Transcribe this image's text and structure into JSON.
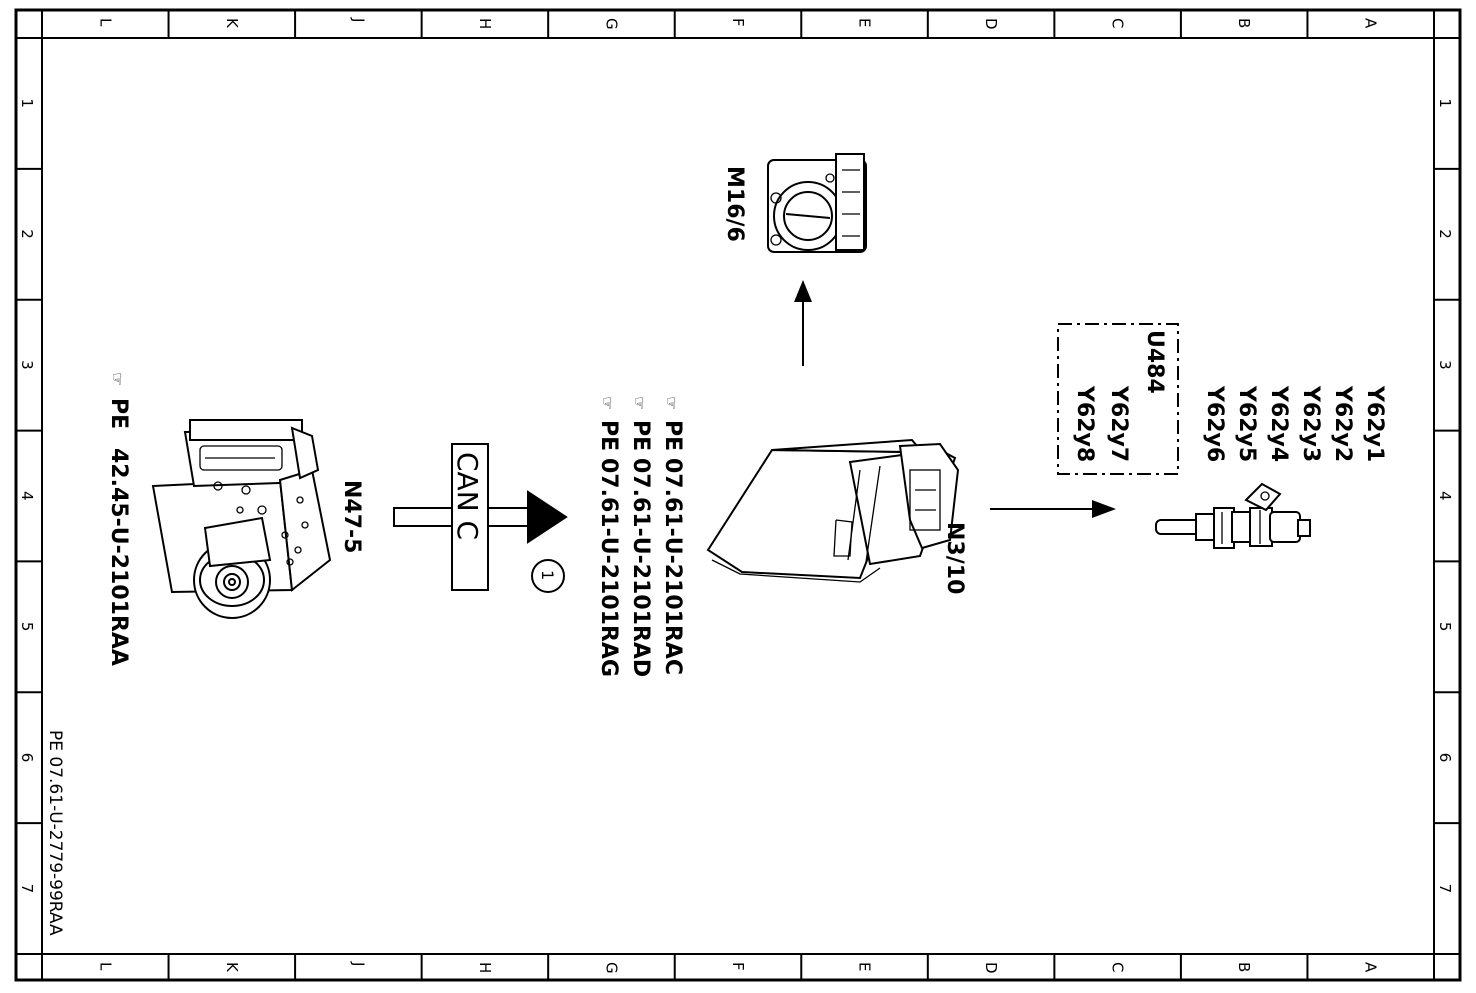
{
  "border": {
    "column_letters": [
      "L",
      "K",
      "J",
      "H",
      "G",
      "F",
      "E",
      "D",
      "C",
      "B",
      "A"
    ],
    "row_numbers": [
      "1",
      "2",
      "3",
      "4",
      "5",
      "6",
      "7"
    ]
  },
  "document_reference": "PE 07.61-U-2779-99RAA",
  "components": {
    "abs_unit": {
      "label": "N47-5",
      "ref_prefix": "PE",
      "ref": "42.45-U-2101RAA",
      "icon": "pointing-hand-icon"
    },
    "can_bus": {
      "label": "CAN C"
    },
    "callout": {
      "number": "1"
    },
    "refs_ecu": [
      {
        "prefix": "PE",
        "ref": "07.61-U-2101RAC"
      },
      {
        "prefix": "PE",
        "ref": "07.61-U-2101RAD"
      },
      {
        "prefix": "PE",
        "ref": "07.61-U-2101RAG"
      }
    ],
    "engine_control_unit": {
      "label": "N3/10"
    },
    "throttle_actuator": {
      "label": "M16/6"
    },
    "injector_group": {
      "label": "U484",
      "items": [
        "Y62y7",
        "Y62y8"
      ]
    },
    "injectors": {
      "items": [
        "Y62y1",
        "Y62y2",
        "Y62y3",
        "Y62y4",
        "Y62y5",
        "Y62y6"
      ]
    }
  }
}
